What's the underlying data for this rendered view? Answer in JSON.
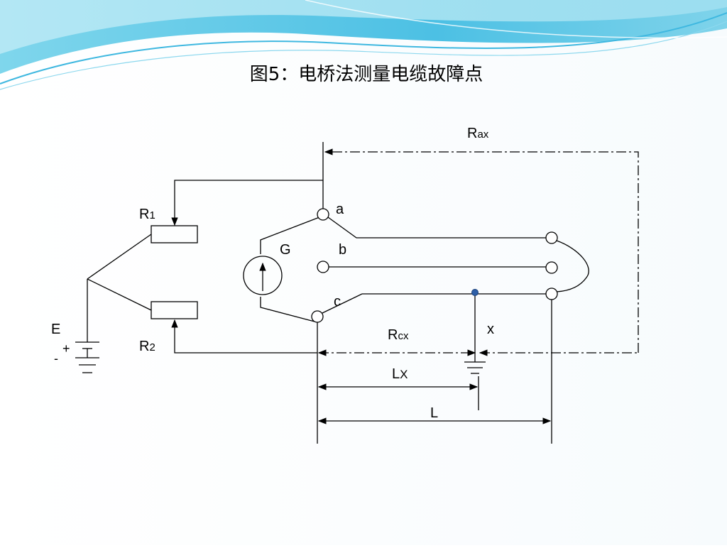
{
  "slide": {
    "title": "图5：电桥法测量电缆故障点",
    "background_accent": "#5bc8e8"
  },
  "diagram": {
    "labels": {
      "r1": "R",
      "r1_sub": "1",
      "r2": "R",
      "r2_sub": "2",
      "e": "E",
      "plus": "+",
      "minus": "-",
      "g": "G",
      "a": "a",
      "b": "b",
      "c": "c",
      "rax": "R",
      "rax_sub": "ax",
      "rcx": "R",
      "rcx_sub": "cx",
      "x": "x",
      "lx": "L",
      "lx_sub": "X",
      "l": "L"
    },
    "fault_point_color": "#2e5fa8"
  }
}
